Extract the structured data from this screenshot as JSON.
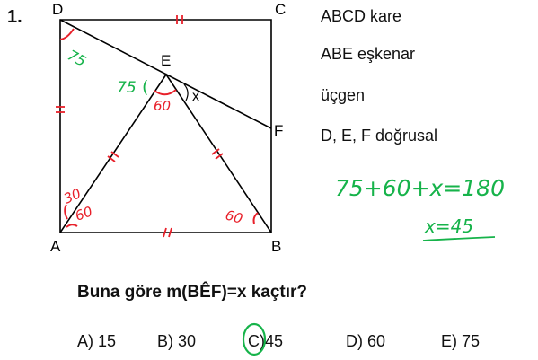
{
  "question": {
    "number": "1.",
    "givens": [
      "ABCD kare",
      "ABE eşkenar",
      "üçgen",
      "D, E, F doğrusal"
    ],
    "prompt_prefix": "Buna göre m(",
    "prompt_angle": "BÊF",
    "prompt_suffix": ")=x kaçtır?"
  },
  "figure": {
    "points": {
      "A": "A",
      "B": "B",
      "C": "C",
      "D": "D",
      "E": "E",
      "F": "F"
    },
    "angle_label": "x",
    "ink_color": "#000000",
    "mark_color": "#e8202a",
    "handwriting_color": "#16b34a"
  },
  "handwritten": {
    "angle_d": "75",
    "angle_e_left": "75",
    "angle_e_inner": "60",
    "angle_a_top": "30",
    "angle_a_bottom": "60",
    "angle_b": "60",
    "equation": "75+60+x=180",
    "result": "x=45"
  },
  "choices": [
    {
      "letter": "A)",
      "value": "15"
    },
    {
      "letter": "B)",
      "value": "30"
    },
    {
      "letter": "C)",
      "value": "45",
      "circled": true
    },
    {
      "letter": "D)",
      "value": "60"
    },
    {
      "letter": "E)",
      "value": "75"
    }
  ]
}
